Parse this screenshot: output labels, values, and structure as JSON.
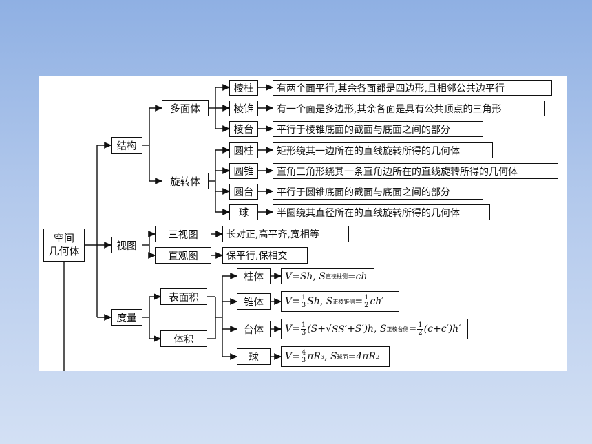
{
  "root": {
    "line1": "空间",
    "line2": "几何体"
  },
  "level1": {
    "structure": "结构",
    "views": "视图",
    "measure": "度量"
  },
  "level2": {
    "polyhedron": "多面体",
    "rotation_body": "旋转体",
    "three_views": "三视图",
    "oblique_view": "直观图",
    "surface_area": "表面积",
    "volume": "体积"
  },
  "polyhedra": [
    {
      "name": "棱柱",
      "desc": "有两个面平行,其余各面都是四边形,且相邻公共边平行"
    },
    {
      "name": "棱锥",
      "desc": "有一个面是多边形,其余各面是具有公共顶点的三角形"
    },
    {
      "name": "棱台",
      "desc": "平行于棱锥底面的截面与底面之间的部分"
    }
  ],
  "rotation_bodies": [
    {
      "name": "圆柱",
      "desc": "矩形绕其一边所在的直线旋转所得的几何体"
    },
    {
      "name": "圆锥",
      "desc": "直角三角形绕其一条直角边所在的直线旋转所得的几何体"
    },
    {
      "name": "圆台",
      "desc": "平行于圆锥底面的截面与底面之间的部分"
    },
    {
      "name": "球",
      "desc": "半圆绕其直径所在的直线旋转所得的几何体"
    }
  ],
  "views_desc": {
    "three_views": "长对正,高平齐,宽相等",
    "oblique_view": "保平行,保相交"
  },
  "solids": {
    "prism": "柱体",
    "pyramid": "锥体",
    "frustum": "台体",
    "sphere": "球"
  },
  "formulas": {
    "prism": {
      "v": "V=Sh",
      "s_label": "S",
      "s_sub": "直棱柱侧",
      "s_rhs": "=ch"
    },
    "pyramid": {
      "v_lhs": "V=",
      "num": "1",
      "den": "3",
      "v_rhs": "Sh",
      "s_label": "S",
      "s_sub": "正棱锥侧",
      "eq": "=",
      "num2": "1",
      "den2": "2",
      "s_rhs": "ch′"
    },
    "frustum": {
      "v_lhs": "V=",
      "num": "1",
      "den": "3",
      "v_mid": "(S+",
      "sqrt": "SS′",
      "v_rhs": "+S′)h",
      "s_label": "S",
      "s_sub": "正棱台侧",
      "eq": "=",
      "num2": "1",
      "den2": "2",
      "s_rhs": "(c+c′)h′"
    },
    "sphere": {
      "v_lhs": "V=",
      "num": "4",
      "den": "3",
      "v_rhs": "πR",
      "v_exp": "3",
      "s_label": "S",
      "s_sub": "球面",
      "s_rhs": "=4πR",
      "s_exp": "2"
    }
  },
  "colors": {
    "background_top": "#8fb0e3",
    "background_bottom": "#d3e0f4",
    "panel": "#ffffff",
    "ink": "#111111"
  }
}
